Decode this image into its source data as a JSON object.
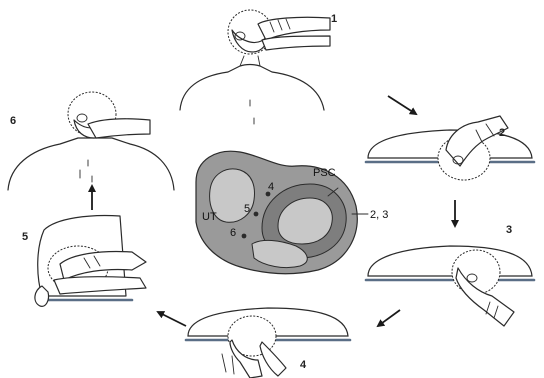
{
  "steps": [
    {
      "label": "1"
    },
    {
      "label": "2"
    },
    {
      "label": "3"
    },
    {
      "label": "4"
    },
    {
      "label": "5"
    },
    {
      "label": "6"
    }
  ],
  "ear": {
    "psc_label": "PSC",
    "ut_label": "UT",
    "position_labels": [
      "2, 3",
      "4",
      "5",
      "6"
    ]
  },
  "colors": {
    "labyrinth_outer": "#9a9a9a",
    "labyrinth_inner": "#c8c8c8",
    "canal_dark": "#7e7e7e",
    "table_edge": "#5a6e86"
  }
}
